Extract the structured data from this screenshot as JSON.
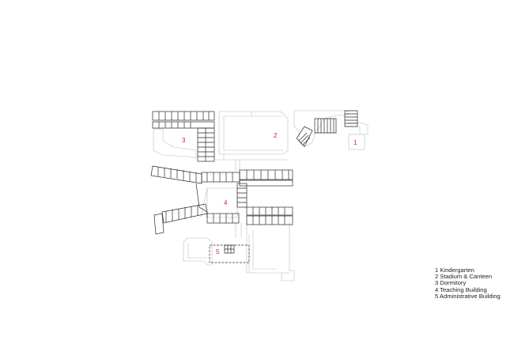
{
  "diagram": {
    "type": "site-plan",
    "label_color": "#c0283b",
    "line_color_dark": "#2a2a2a",
    "line_color_light": "#bdbdbd",
    "buildings": [
      {
        "number": "1",
        "name": "Kindergarten"
      },
      {
        "number": "2",
        "name": "Stadium & Canteen"
      },
      {
        "number": "3",
        "name": "Dormitory"
      },
      {
        "number": "4",
        "name": "Teaching Building"
      },
      {
        "number": "5",
        "name": "Administrative Building"
      }
    ]
  },
  "labels": {
    "b1": "1",
    "b2": "2",
    "b3": "3",
    "b4": "4",
    "b5": "5"
  },
  "legend": {
    "items": [
      "1 Kindergarten",
      "2 Stadium & Canteen",
      "3 Dormitory",
      "4 Teaching Building",
      "5 Administrative Building"
    ]
  }
}
